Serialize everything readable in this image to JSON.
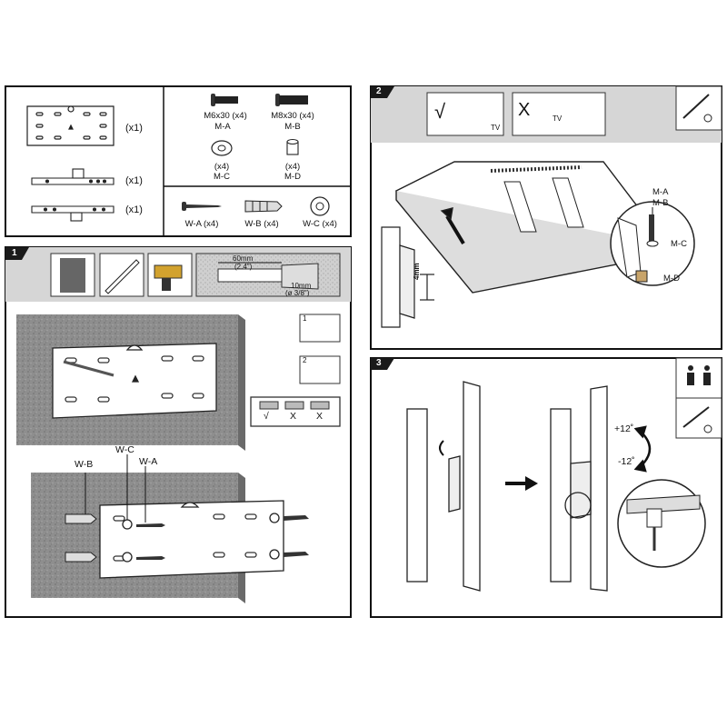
{
  "parts": {
    "plate_qty": "(x1)",
    "arm1_qty": "(x1)",
    "arm2_qty": "(x1)",
    "m_a": {
      "spec": "M6x30 (x4)",
      "code": "M-A"
    },
    "m_b": {
      "spec": "M8x30 (x4)",
      "code": "M-B"
    },
    "m_c": {
      "qty": "(x4)",
      "code": "M-C"
    },
    "m_d": {
      "qty": "(x4)",
      "code": "M-D"
    },
    "w_a": "W-A (x4)",
    "w_b": "W-B (x4)",
    "w_c": "W-C (x4)"
  },
  "step1": {
    "number": "1",
    "depth": "60mm",
    "depth_in": "(2.4\")",
    "drill": "10mm",
    "drill_in": "(ø 3/8\")",
    "check_ok": "√",
    "check_x1": "X",
    "check_x2": "X",
    "sub1": "1",
    "sub2": "2",
    "callout_wb": "W-B",
    "callout_wc": "W-C",
    "callout_wa": "W-A"
  },
  "step2": {
    "number": "2",
    "tv_label": "TV",
    "check": "√",
    "cross": "X",
    "gap": "4mm",
    "m_a": "M-A",
    "m_b": "M-B",
    "m_c": "M-C",
    "m_d": "M-D"
  },
  "step3": {
    "number": "3",
    "tilt_up": "+12˚",
    "tilt_down": "-12˚"
  },
  "colors": {
    "wall": "#8c8c8c",
    "band": "#d9d9d9",
    "step_badge": "#1a1a1a"
  }
}
